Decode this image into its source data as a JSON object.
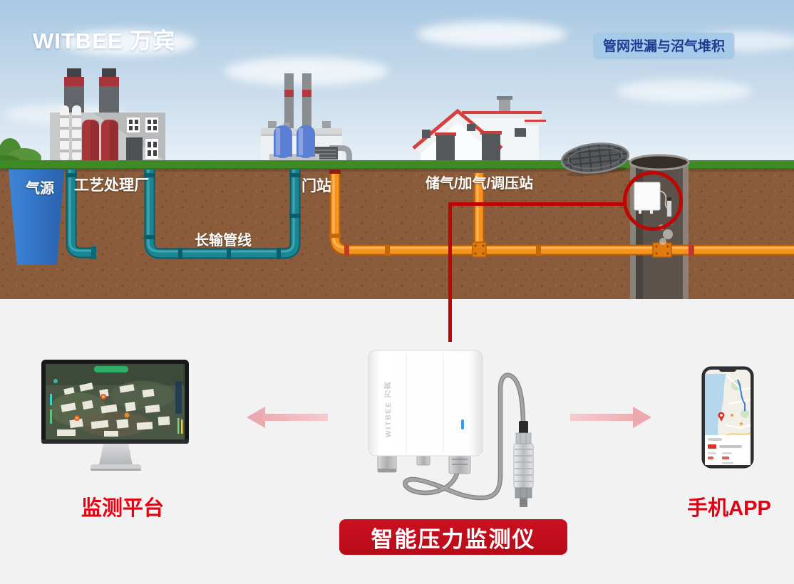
{
  "brand": {
    "logo": "WITBEE 万宾"
  },
  "scene": {
    "tag_label": "管网泄漏与沼气堆积",
    "gas_source": "气源",
    "processing_plant": "工艺处理厂",
    "long_pipeline": "长输管线",
    "gate_station": "门站",
    "storage_station": "储气/加气/调压站"
  },
  "bottom": {
    "platform_label": "监测平台",
    "device_label": "智能压力监测仪",
    "app_label": "手机APP",
    "device_brand_text": "WITBEE 万宾"
  },
  "colors": {
    "banner_red": "#c40d1b",
    "label_red": "#e60012",
    "callout_red": "#c00505",
    "tag_bg": "#a6cbe9",
    "tag_text": "#1d3a91",
    "teal_pipe": "#1a8693",
    "orange_pipe": "#f5931e",
    "grass_green": "#3e8b26",
    "soil_brown": "#8a5c3b",
    "gas_source_blue": "#3b82d6",
    "arrow_pink": "#eca9af",
    "led_blue": "#2e9df0"
  }
}
